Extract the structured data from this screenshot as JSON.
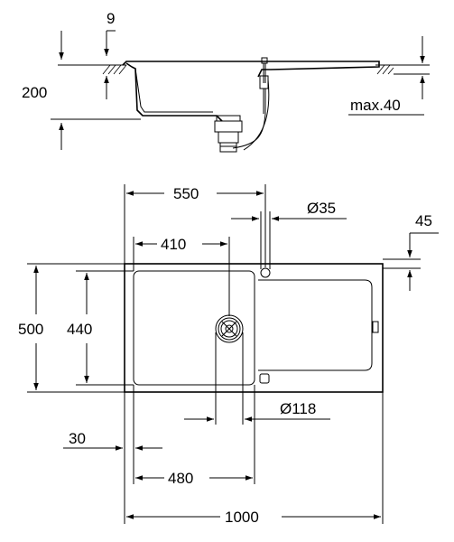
{
  "dimensions": {
    "rim_thickness": "9",
    "bowl_depth": "200",
    "max_counter": "max.40",
    "bowl_centre_from_left": "550",
    "tap_hole_dia": "Ø35",
    "tap_hole_from_back": "45",
    "bowl_width_inner": "410",
    "overall_depth": "500",
    "bowl_depth_inner": "440",
    "waste_dia": "Ø118",
    "edge_offset": "30",
    "bowl_width": "480",
    "overall_width": "1000"
  },
  "colors": {
    "line": "#000000",
    "background": "#ffffff"
  }
}
